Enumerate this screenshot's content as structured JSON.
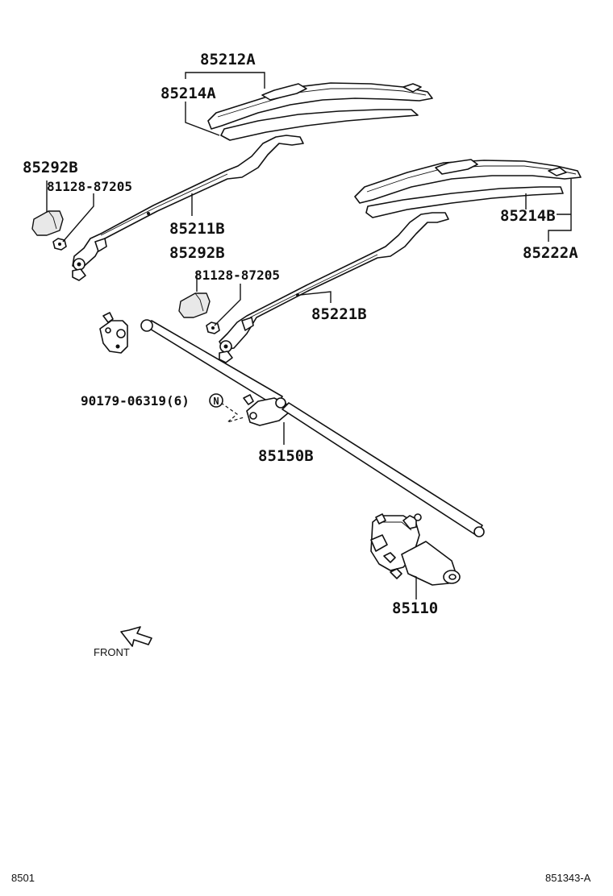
{
  "labels": {
    "blade_left_assy": "85212A",
    "blade_left_insert": "85214A",
    "cap_left": "85292B",
    "nut_left": "81128-87205",
    "arm_left": "85211B",
    "cap_right": "85292B",
    "nut_right": "81128-87205",
    "arm_right": "85221B",
    "blade_right_insert": "85214B",
    "blade_right_assy": "85222A",
    "bolt": "90179-06319(6)",
    "bolt_symbol": "N",
    "linkage": "85150B",
    "motor": "85110",
    "front": "FRONT",
    "page_code": "8501",
    "drawing_code": "851343-A"
  },
  "icons": {
    "front_arrow": "front-arrow-icon"
  }
}
